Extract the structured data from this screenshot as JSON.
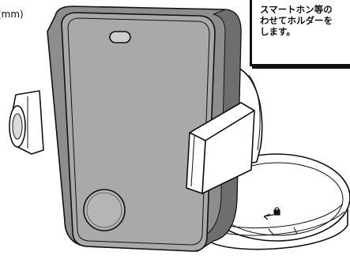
{
  "unit_label": "(mm)",
  "caption": {
    "lines": [
      "スマートホン等の",
      "わせてホルダーを",
      "します。"
    ]
  },
  "colors": {
    "outline": "#111111",
    "holder_body": "#8d8d8d",
    "holder_face": "#a9a9a9",
    "base": "#ffffff",
    "button": "#b5b5b5"
  },
  "icons": {
    "lock_direction": "arrow-and-lock-icon"
  }
}
